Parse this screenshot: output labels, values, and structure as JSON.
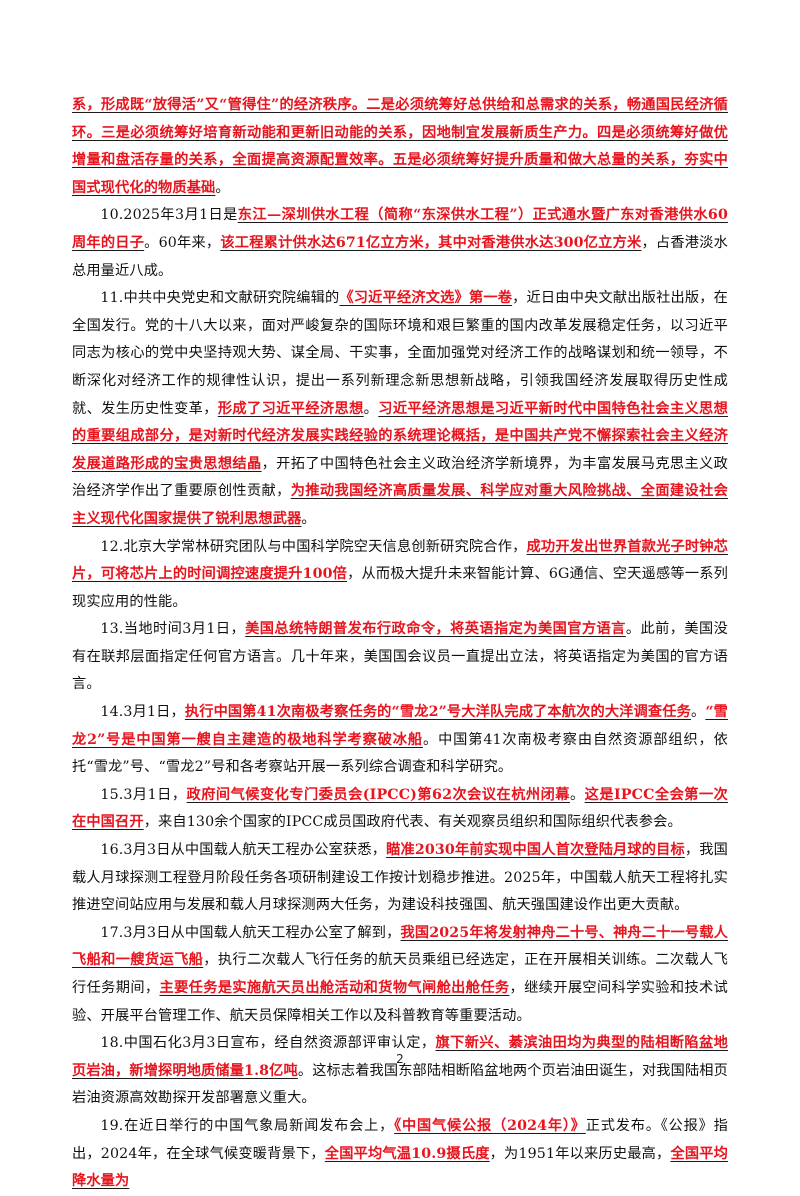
{
  "page_number": "2",
  "paragraphs": [
    {
      "cont": true,
      "segs": [
        {
          "hl": true,
          "t": "系，形成既“放得活”又“管得住”的经济秩序。二是必须统筹好总供给和总需求的关系，畅通国民经济循环。三是必须统筹好培育新动能和更新旧动能的关系，因地制宜发展新质生产力。四是必须统筹好做优增量和盘活存量的关系，全面提高资源配置效率。五是必须统筹好提升质量和做大总量的关系，夯实中国式现代化的物质基础"
        },
        {
          "hl": false,
          "t": "。"
        }
      ]
    },
    {
      "segs": [
        {
          "hl": false,
          "t": "10.2025年3月1日是"
        },
        {
          "hl": true,
          "t": "东江—深圳供水工程（简称“东深供水工程”）正式通水暨广东对香港供水60周年的日子"
        },
        {
          "hl": false,
          "t": "。60年来，"
        },
        {
          "hl": true,
          "t": "该工程累计供水达671亿立方米，其中对香港供水达300亿立方米"
        },
        {
          "hl": false,
          "t": "，占香港淡水总用量近八成。"
        }
      ]
    },
    {
      "segs": [
        {
          "hl": false,
          "t": "11.中共中央党史和文献研究院编辑的"
        },
        {
          "hl": true,
          "t": "《习近平经济文选》第一卷"
        },
        {
          "hl": false,
          "t": "，近日由中央文献出版社出版，在全国发行。党的十八大以来，面对严峻复杂的国际环境和艰巨繁重的国内改革发展稳定任务，以习近平同志为核心的党中央坚持观大势、谋全局、干实事，全面加强党对经济工作的战略谋划和统一领导，不断深化对经济工作的规律性认识，提出一系列新理念新思想新战略，引领我国经济发展取得历史性成就、发生历史性变革，"
        },
        {
          "hl": true,
          "t": "形成了习近平经济思想"
        },
        {
          "hl": false,
          "t": "。"
        },
        {
          "hl": true,
          "t": "习近平经济思想是习近平新时代中国特色社会主义思想的重要组成部分，是对新时代经济发展实践经验的系统理论概括，是中国共产党不懈探索社会主义经济发展道路形成的宝贵思想结晶"
        },
        {
          "hl": false,
          "t": "，开拓了中国特色社会主义政治经济学新境界，为丰富发展马克思主义政治经济学作出了重要原创性贡献，"
        },
        {
          "hl": true,
          "t": "为推动我国经济高质量发展、科学应对重大风险挑战、全面建设社会主义现代化国家提供了锐利思想武器"
        },
        {
          "hl": false,
          "t": "。"
        }
      ]
    },
    {
      "segs": [
        {
          "hl": false,
          "t": "12.北京大学常林研究团队与中国科学院空天信息创新研究院合作，"
        },
        {
          "hl": true,
          "t": "成功开发出世界首款光子时钟芯片，可将芯片上的时间调控速度提升100倍"
        },
        {
          "hl": false,
          "t": "，从而极大提升未来智能计算、6G通信、空天遥感等一系列现实应用的性能。"
        }
      ]
    },
    {
      "segs": [
        {
          "hl": false,
          "t": "13.当地时间3月1日，"
        },
        {
          "hl": true,
          "t": "美国总统特朗普发布行政命令，将英语指定为美国官方语言"
        },
        {
          "hl": false,
          "t": "。此前，美国没有在联邦层面指定任何官方语言。几十年来，美国国会议员一直提出立法，将英语指定为美国的官方语言。"
        }
      ]
    },
    {
      "segs": [
        {
          "hl": false,
          "t": "14.3月1日，"
        },
        {
          "hl": true,
          "t": "执行中国第41次南极考察任务的“雪龙2”号大洋队完成了本航次的大洋调查任务"
        },
        {
          "hl": false,
          "t": "。"
        },
        {
          "hl": true,
          "t": "“雪龙2”号是中国第一艘自主建造的极地科学考察破冰船"
        },
        {
          "hl": false,
          "t": "。中国第41次南极考察由自然资源部组织，依托“雪龙”号、“雪龙2”号和各考察站开展一系列综合调查和科学研究。"
        }
      ]
    },
    {
      "segs": [
        {
          "hl": false,
          "t": "15.3月1日，"
        },
        {
          "hl": true,
          "t": "政府间气候变化专门委员会(IPCC)第62次会议在杭州闭幕"
        },
        {
          "hl": false,
          "t": "。"
        },
        {
          "hl": true,
          "t": "这是IPCC全会第一次在中国召开"
        },
        {
          "hl": false,
          "t": "，来自130余个国家的IPCC成员国政府代表、有关观察员组织和国际组织代表参会。"
        }
      ]
    },
    {
      "segs": [
        {
          "hl": false,
          "t": "16.3月3日从中国载人航天工程办公室获悉，"
        },
        {
          "hl": true,
          "t": "瞄准2030年前实现中国人首次登陆月球的目标"
        },
        {
          "hl": false,
          "t": "，我国载人月球探测工程登月阶段任务各项研制建设工作按计划稳步推进。2025年，中国载人航天工程将扎实推进空间站应用与发展和载人月球探测两大任务，为建设科技强国、航天强国建设作出更大贡献。"
        }
      ]
    },
    {
      "segs": [
        {
          "hl": false,
          "t": "17.3月3日从中国载人航天工程办公室了解到，"
        },
        {
          "hl": true,
          "t": "我国2025年将发射神舟二十号、神舟二十一号载人飞船和一艘货运飞船"
        },
        {
          "hl": false,
          "t": "，执行二次载人飞行任务的航天员乘组已经选定，正在开展相关训练。二次载人飞行任务期间，"
        },
        {
          "hl": true,
          "t": "主要任务是实施航天员出舱活动和货物气闸舱出舱任务"
        },
        {
          "hl": false,
          "t": "，继续开展空间科学实验和技术试验、开展平台管理工作、航天员保障相关工作以及科普教育等重要活动。"
        }
      ]
    },
    {
      "segs": [
        {
          "hl": false,
          "t": "18.中国石化3月3日宣布，经自然资源部评审认定，"
        },
        {
          "hl": true,
          "t": "旗下新兴、綦滨油田均为典型的陆相断陷盆地页岩油，新增探明地质储量1.8亿吨"
        },
        {
          "hl": false,
          "t": "。这标志着我国东部陆相断陷盆地两个页岩油田诞生，对我国陆相页岩油资源高效勘探开发部署意义重大。"
        }
      ]
    },
    {
      "segs": [
        {
          "hl": false,
          "t": "19.在近日举行的中国气象局新闻发布会上，"
        },
        {
          "hl": true,
          "t": "《中国气候公报（2024年）》"
        },
        {
          "hl": false,
          "t": "正式发布。《公报》指出，2024年，在全球气候变暖背景下，"
        },
        {
          "hl": true,
          "t": "全国平均气温10.9摄氏度"
        },
        {
          "hl": false,
          "t": "，为1951年以来历史最高，"
        },
        {
          "hl": true,
          "t": "全国平均降水量为"
        }
      ]
    }
  ]
}
